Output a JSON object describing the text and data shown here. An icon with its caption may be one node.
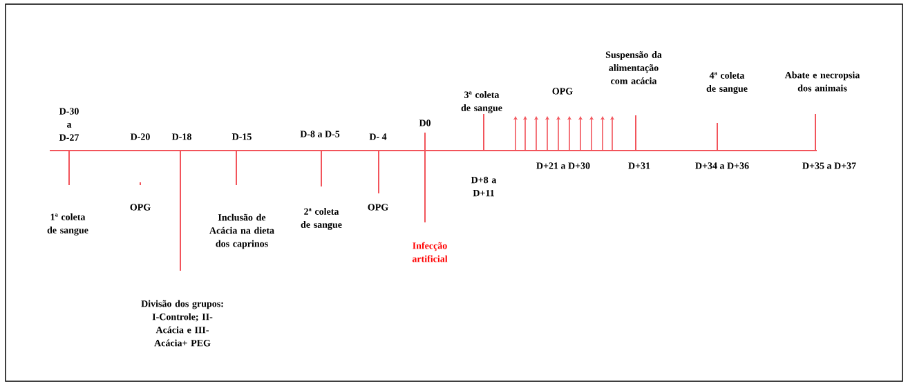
{
  "diagram": {
    "labels": [
      "D-30 a D-27",
      "1ª coleta de sangue",
      "D-20",
      "OPG",
      "D-18",
      "Divisão dos grupos: I-Controle; II- Acácia e III- Acácia+ PEG",
      "D-15",
      "Inclusão de Acácia na dieta dos caprinos",
      "D-8 a D-5",
      "2ª coleta de sangue",
      "D- 4",
      "OPG",
      "D0",
      "Infecção artificial",
      "3ª coleta de sangue",
      "D+8 a D+11",
      "OPG",
      "D+21 a D+30",
      "Suspensão da alimentação com acácia",
      "D+31",
      "4ª coleta de sangue",
      "D+34 a D+36",
      "Abate e necropsia dos animais",
      "D+35 a D+37"
    ]
  }
}
